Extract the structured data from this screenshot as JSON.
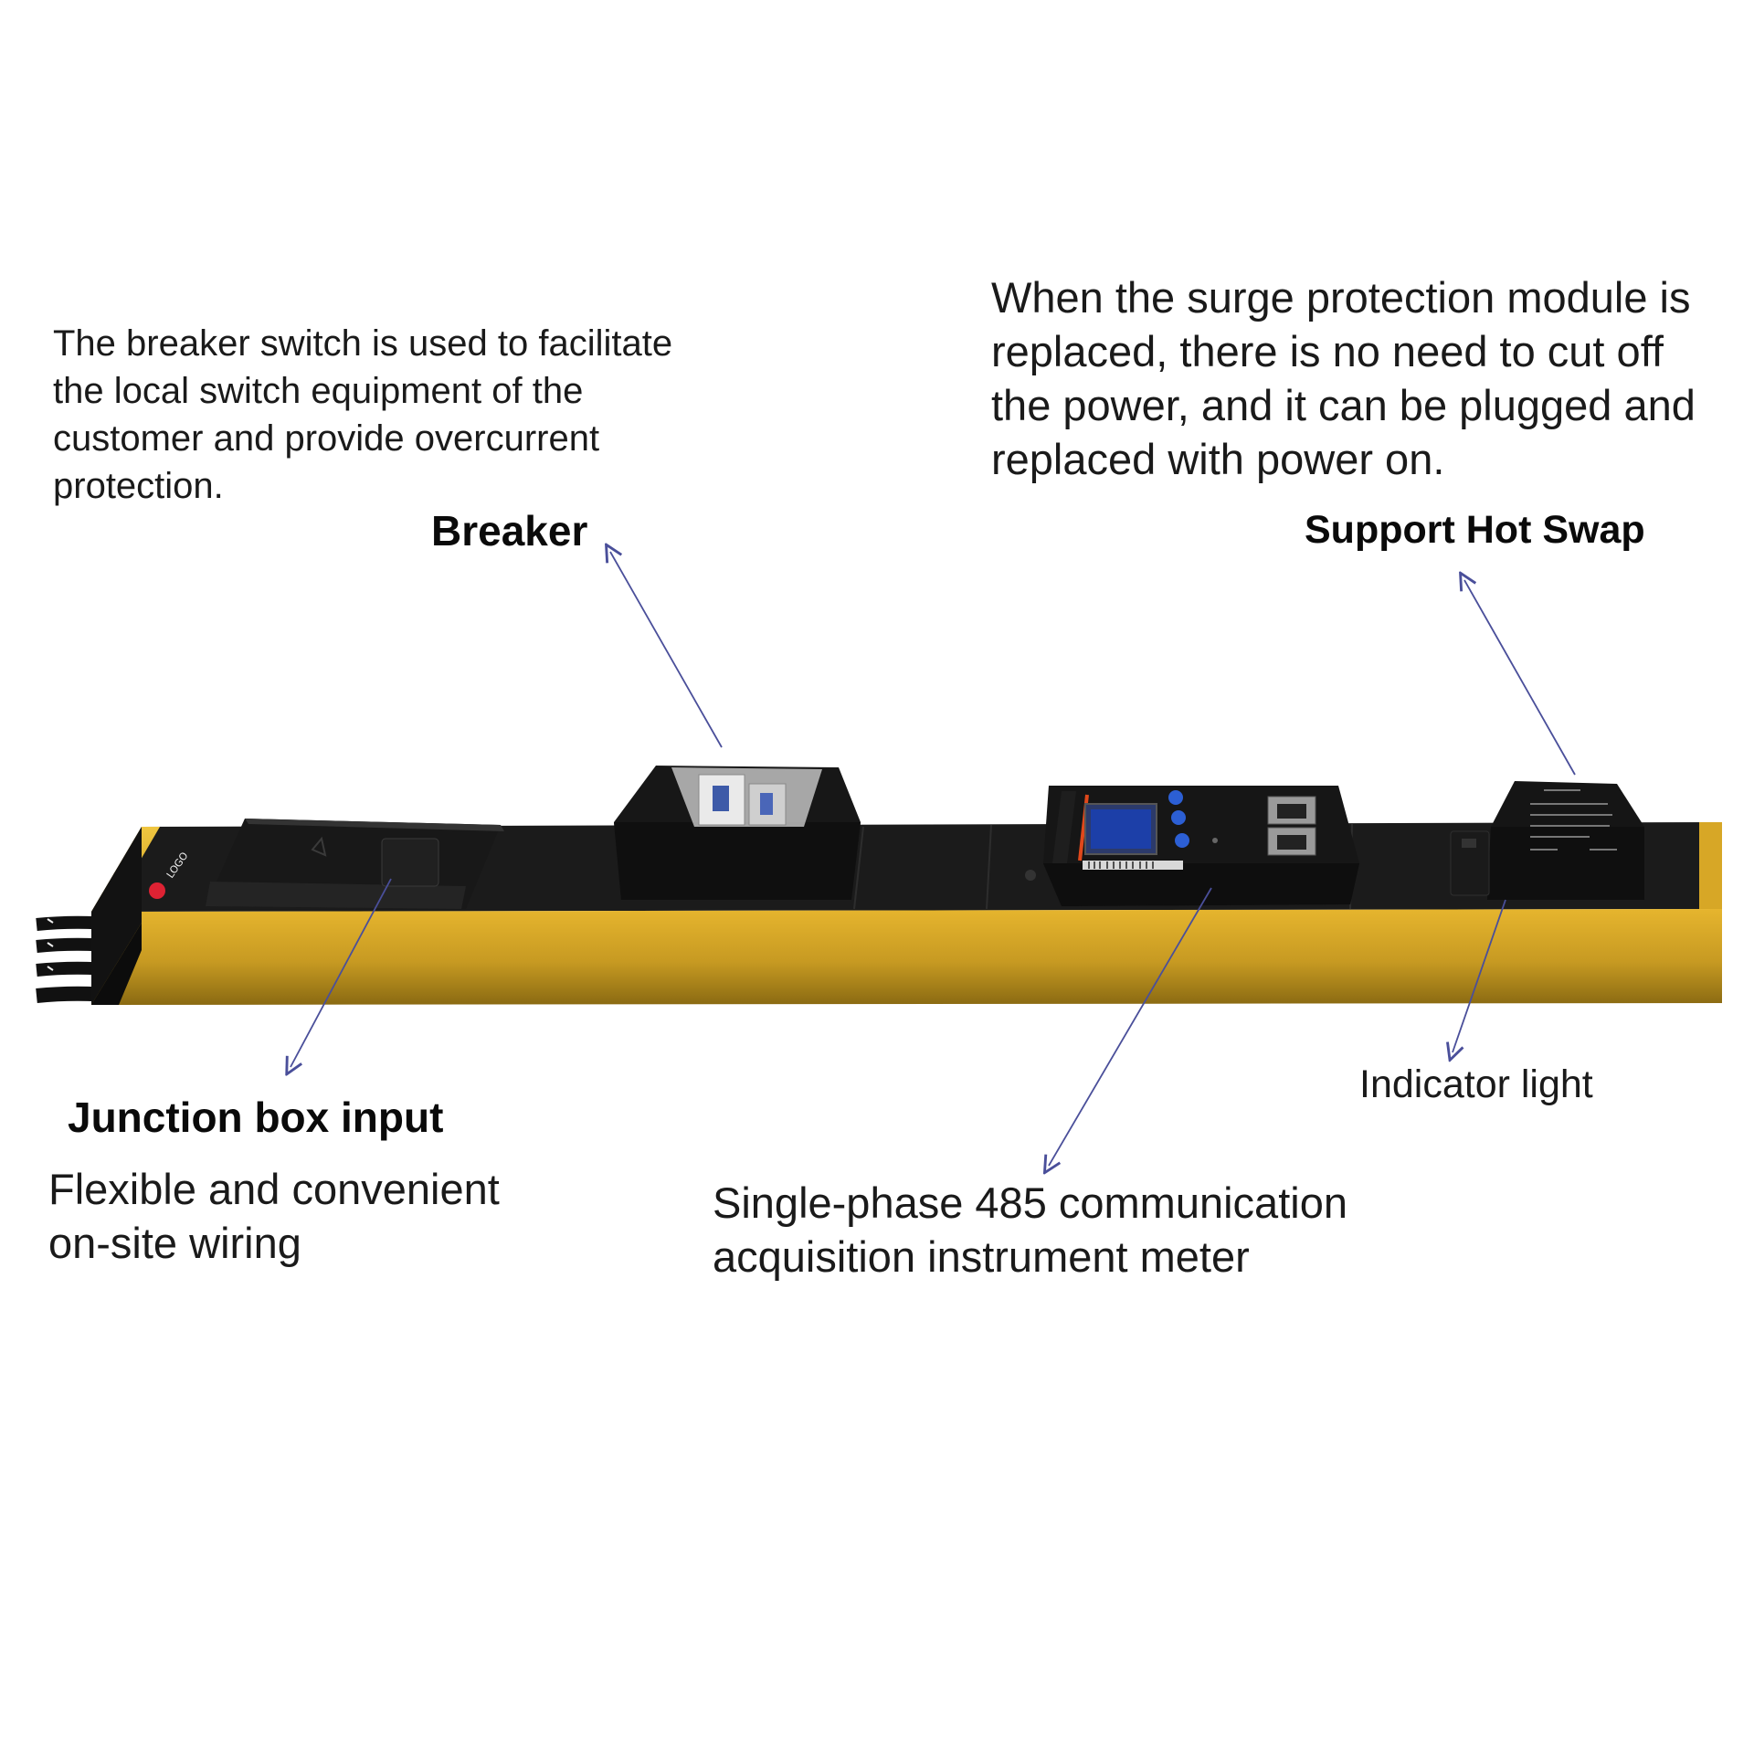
{
  "annotations": {
    "breaker_description": [
      "The breaker switch is used to facilitate",
      "the local switch equipment of the",
      "customer and provide overcurrent",
      "protection."
    ],
    "breaker_label": "Breaker",
    "hot_swap_description": [
      "When the surge protection module is",
      "replaced, there is no need to cut off",
      "the power, and it can be plugged and",
      "replaced with power on."
    ],
    "hot_swap_label": "Support Hot Swap",
    "junction_label": "Junction box input",
    "junction_description": [
      "Flexible and convenient",
      "on-site wiring"
    ],
    "indicator_label": "Indicator light",
    "meter_description": [
      "Single-phase 485 communication",
      "acquisition instrument meter"
    ]
  },
  "colors": {
    "pdu_body": "#d9a826",
    "pdu_body_shadow": "#7a5f10",
    "module_black": "#141414",
    "arrow_line": "#4a4f9a",
    "meter_accent": "#e0481b",
    "button_blue": "#2c5fd4"
  }
}
